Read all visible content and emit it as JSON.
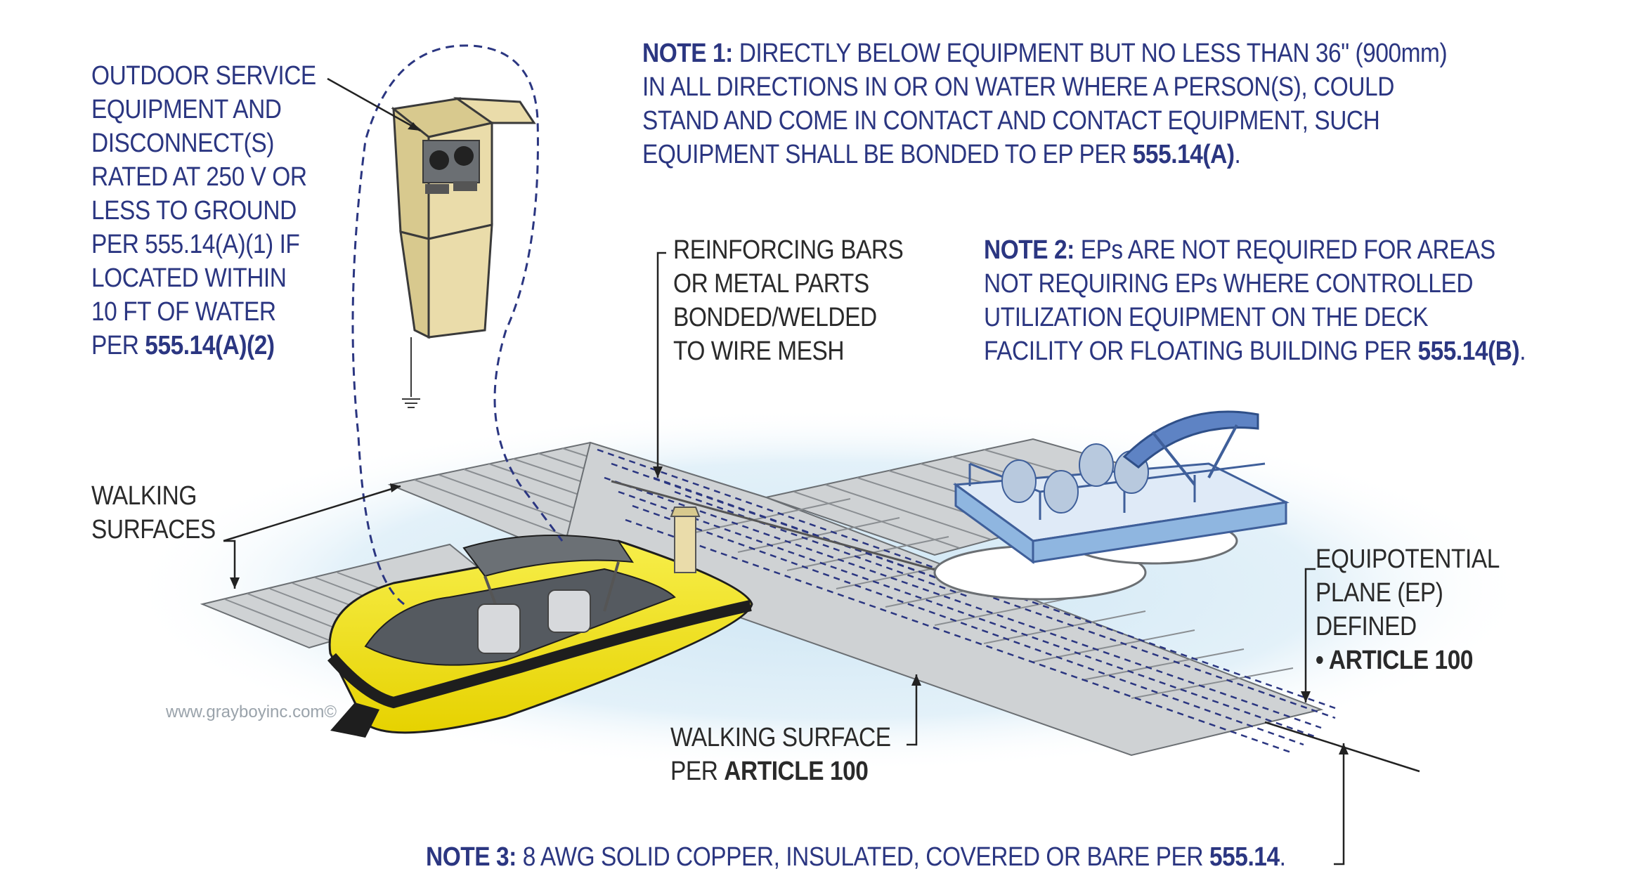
{
  "notes": {
    "note1": {
      "label": "NOTE 1:",
      "lines": [
        "DIRECTLY BELOW EQUIPMENT BUT NO LESS THAN 36\" (900mm)",
        "IN ALL DIRECTIONS IN OR ON WATER WHERE A PERSON(S), COULD",
        "STAND AND COME IN CONTACT AND CONTACT EQUIPMENT, SUCH",
        "EQUIPMENT SHALL BE BONDED TO EP PER"
      ],
      "ref": "555.14(A)",
      "tail": "."
    },
    "note2": {
      "label": "NOTE 2:",
      "lines": [
        "EPs ARE NOT REQUIRED FOR AREAS",
        "NOT REQUIRING EPs WHERE CONTROLLED",
        "UTILIZATION EQUIPMENT ON THE DECK",
        "FACILITY OR FLOATING BUILDING PER"
      ],
      "ref": "555.14(B)",
      "tail": "."
    },
    "note3": {
      "label": "NOTE 3:",
      "text": "8 AWG SOLID COPPER, INSULATED, COVERED OR BARE PER",
      "ref": "555.14",
      "tail": "."
    }
  },
  "callouts": {
    "service_equipment": {
      "lines": [
        "OUTDOOR SERVICE",
        "EQUIPMENT AND",
        "DISCONNECT(S)",
        "RATED AT 250 V OR",
        "LESS TO GROUND",
        "PER 555.14(A)(1) IF",
        "LOCATED WITHIN",
        "10 FT OF WATER",
        "PER"
      ],
      "ref": "555.14(A)(2)"
    },
    "reinforcing": {
      "lines": [
        "REINFORCING BARS",
        "OR METAL PARTS",
        "BONDED/WELDED",
        "TO WIRE MESH"
      ]
    },
    "walking_surfaces": {
      "lines": [
        "WALKING",
        "SURFACES"
      ]
    },
    "walking_surface_article": {
      "line1": "WALKING SURFACE",
      "prefix": "PER",
      "ref": "ARTICLE 100"
    },
    "equipotential_plane": {
      "lines": [
        "EQUIPOTENTIAL",
        "PLANE (EP)",
        "DEFINED"
      ],
      "bullet": "• ARTICLE 100"
    }
  },
  "watermark": "www.grayboyinc.com©",
  "colors": {
    "note_text": "#2b3681",
    "label_text": "#2a2a2a",
    "dock": "#cfd2d4",
    "water": "#d6eaf5",
    "boat_yellow": "#f2e419",
    "pontoon": "#8fb6e0",
    "pedestal": "#eadcaa",
    "dashed_line": "#2b3681"
  }
}
